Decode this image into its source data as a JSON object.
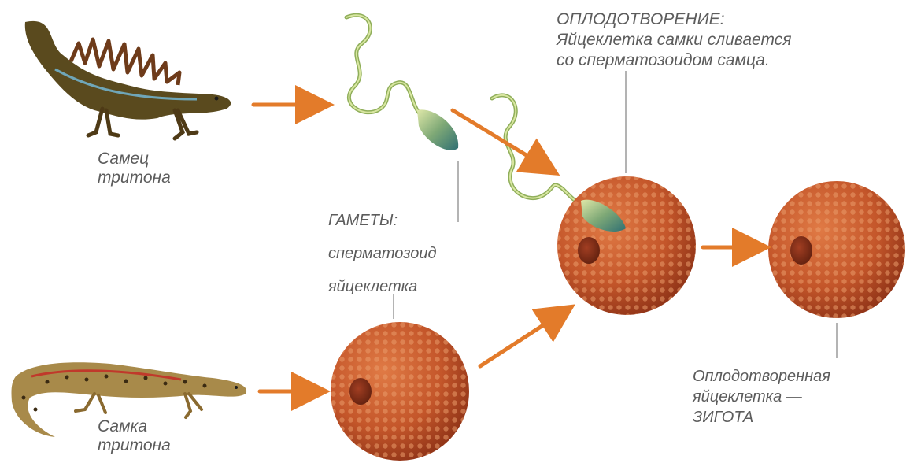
{
  "male": {
    "label_line1": "Самец",
    "label_line2": "тритона"
  },
  "female": {
    "label_line1": "Самка",
    "label_line2": "тритона"
  },
  "gametes": {
    "heading": "ГАМЕТЫ:",
    "sperm_label": "сперматозоид",
    "egg_label": "яйцеклетка"
  },
  "fertilization": {
    "heading": "ОПЛОДОТВОРЕНИЕ:",
    "line1": "Яйцеклетка самки сливается",
    "line2": "со сперматозоидом самца."
  },
  "zygote": {
    "line1": "Оплодотворенная",
    "line2": "яйцеклетка —",
    "line3": "ЗИГОТА"
  },
  "colors": {
    "arrow": "#e37b2a",
    "egg": "#c4562a",
    "egg_dark": "#8f3317",
    "leader_line": "#9a9a9a",
    "text": "#5c5c5c"
  }
}
